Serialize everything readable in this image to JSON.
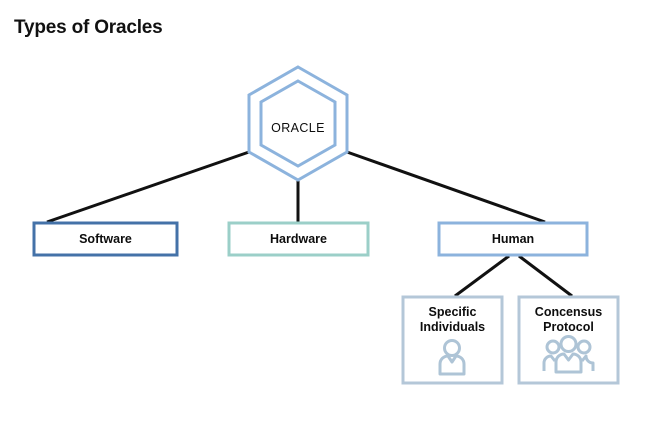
{
  "page": {
    "title": "Types of Oracles",
    "background_color": "#ffffff"
  },
  "colors": {
    "title_text": "#111111",
    "node_text": "#0d0d0d",
    "connector": "#111111",
    "hexagon_stroke": "#8cb3dd",
    "software_border": "#4472a8",
    "hardware_border": "#9bcfc8",
    "human_border": "#8cb3dd",
    "leaf_border": "#b4c7d8",
    "icon_fill": "#aec4d6",
    "node_fill": "#ffffff"
  },
  "diagram": {
    "type": "tree",
    "root": {
      "id": "oracle",
      "label": "ORACLE",
      "shape": "double-hexagon",
      "border_color": "#8cb3dd"
    },
    "level1": [
      {
        "id": "software",
        "label": "Software",
        "shape": "rectangle",
        "border_color": "#4472a8"
      },
      {
        "id": "hardware",
        "label": "Hardware",
        "shape": "rectangle",
        "border_color": "#9bcfc8"
      },
      {
        "id": "human",
        "label": "Human",
        "shape": "rectangle",
        "border_color": "#8cb3dd"
      }
    ],
    "level2": [
      {
        "id": "specific-individuals",
        "label_line1": "Specific",
        "label_line2": "Individuals",
        "icon": "single-person-icon",
        "shape": "rectangle",
        "border_color": "#b4c7d8"
      },
      {
        "id": "concensus-protocol",
        "label_line1": "Concensus",
        "label_line2": "Protocol",
        "icon": "group-of-people-icon",
        "shape": "rectangle",
        "border_color": "#b4c7d8"
      }
    ],
    "edges": [
      {
        "from": "oracle",
        "to": "software"
      },
      {
        "from": "oracle",
        "to": "hardware"
      },
      {
        "from": "oracle",
        "to": "human"
      },
      {
        "from": "human",
        "to": "specific-individuals"
      },
      {
        "from": "human",
        "to": "concensus-protocol"
      }
    ]
  }
}
